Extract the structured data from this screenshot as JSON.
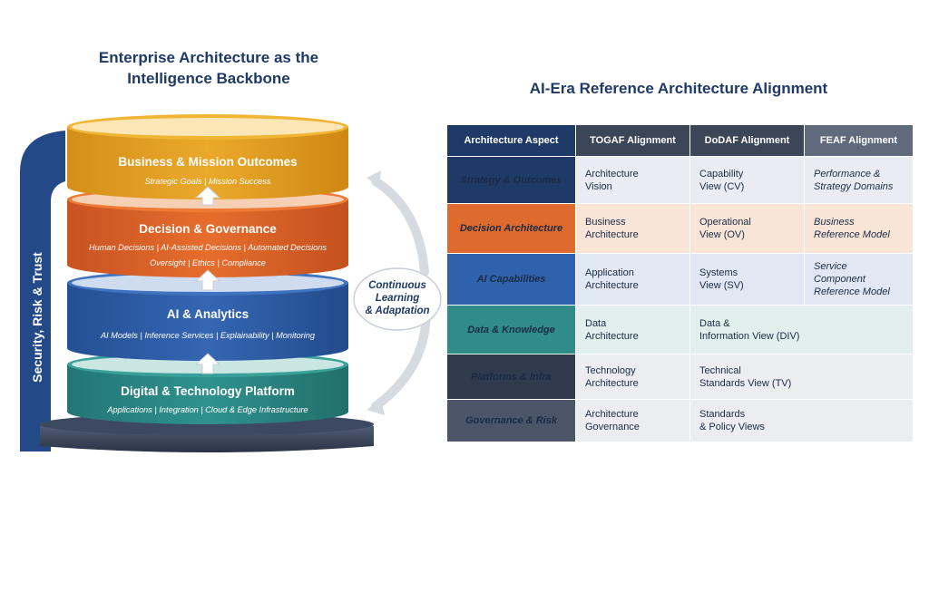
{
  "left_title": "Enterprise Architecture as the\nIntelligence Backbone",
  "right_title": "AI-Era Reference Architecture Alignment",
  "side_label": "Security, Risk & Trust",
  "cycle_label": [
    "Continuous",
    "Learning",
    "& Adaptation"
  ],
  "layers": [
    {
      "title": "Business & Mission Outcomes",
      "subtitle": "Strategic Goals | Mission Success",
      "subtitle2": "",
      "color": "#e6a224"
    },
    {
      "title": "Decision & Governance",
      "subtitle": "Human Decisions | AI-Assisted Decisions | Automated Decisions",
      "subtitle2": "Oversight | Ethics | Compliance",
      "color": "#e0662a"
    },
    {
      "title": "AI & Analytics",
      "subtitle": "AI Models | Inference Services | Explainability | Monitoring",
      "subtitle2": "",
      "color": "#2f5fa8"
    },
    {
      "title": "Digital & Technology Platform",
      "subtitle": "Applications | Integration | Cloud & Edge Infrastructure",
      "subtitle2": "",
      "color": "#2c8a86"
    }
  ],
  "table": {
    "headers": [
      "Architecture Aspect",
      "TOGAF Alignment",
      "DoDAF Alignment",
      "FEAF Alignment"
    ],
    "header_colors": [
      "#1f3a66",
      "#3b4658",
      "#3b4658",
      "#5f6b7d"
    ],
    "rows": [
      {
        "aspect": "Strategy & Outcomes",
        "aspect_color": "#1f3a66",
        "bg": "#e9edf3",
        "togaf": "Architecture\nVision",
        "dodaf": "Capability\nView (CV)",
        "feaf": "Performance &\nStrategy Domains"
      },
      {
        "aspect": "Decision Architecture",
        "aspect_color": "#de6a2d",
        "bg": "#f8e5d8",
        "togaf": "Business\nArchitecture",
        "dodaf": "Operational\nView (OV)",
        "feaf": "Business\nReference Model"
      },
      {
        "aspect": "AI Capabilities",
        "aspect_color": "#2f62ad",
        "bg": "#e2e8f3",
        "togaf": "Application\nArchitecture",
        "dodaf": "Systems\nView (SV)",
        "feaf": "Service\nComponent\nReference Model"
      },
      {
        "aspect": "Data & Knowledge",
        "aspect_color": "#2f8c88",
        "bg": "#e1efed",
        "togaf": "Data\nArchitecture",
        "dodaf": "Data &\nInformation View (DIV)",
        "feaf": ""
      },
      {
        "aspect": "Platforms & Infra",
        "aspect_color": "#2f3a4c",
        "bg": "#ebedf0",
        "togaf": "Technology\nArchitecture",
        "dodaf": "Technical\nStandards View (TV)",
        "feaf": ""
      },
      {
        "aspect": "Governance & Risk",
        "aspect_color": "#4a5568",
        "bg": "#ebedf0",
        "togaf": "Architecture\nGovernance",
        "dodaf": "Standards\n& Policy Views",
        "feaf": ""
      }
    ]
  }
}
